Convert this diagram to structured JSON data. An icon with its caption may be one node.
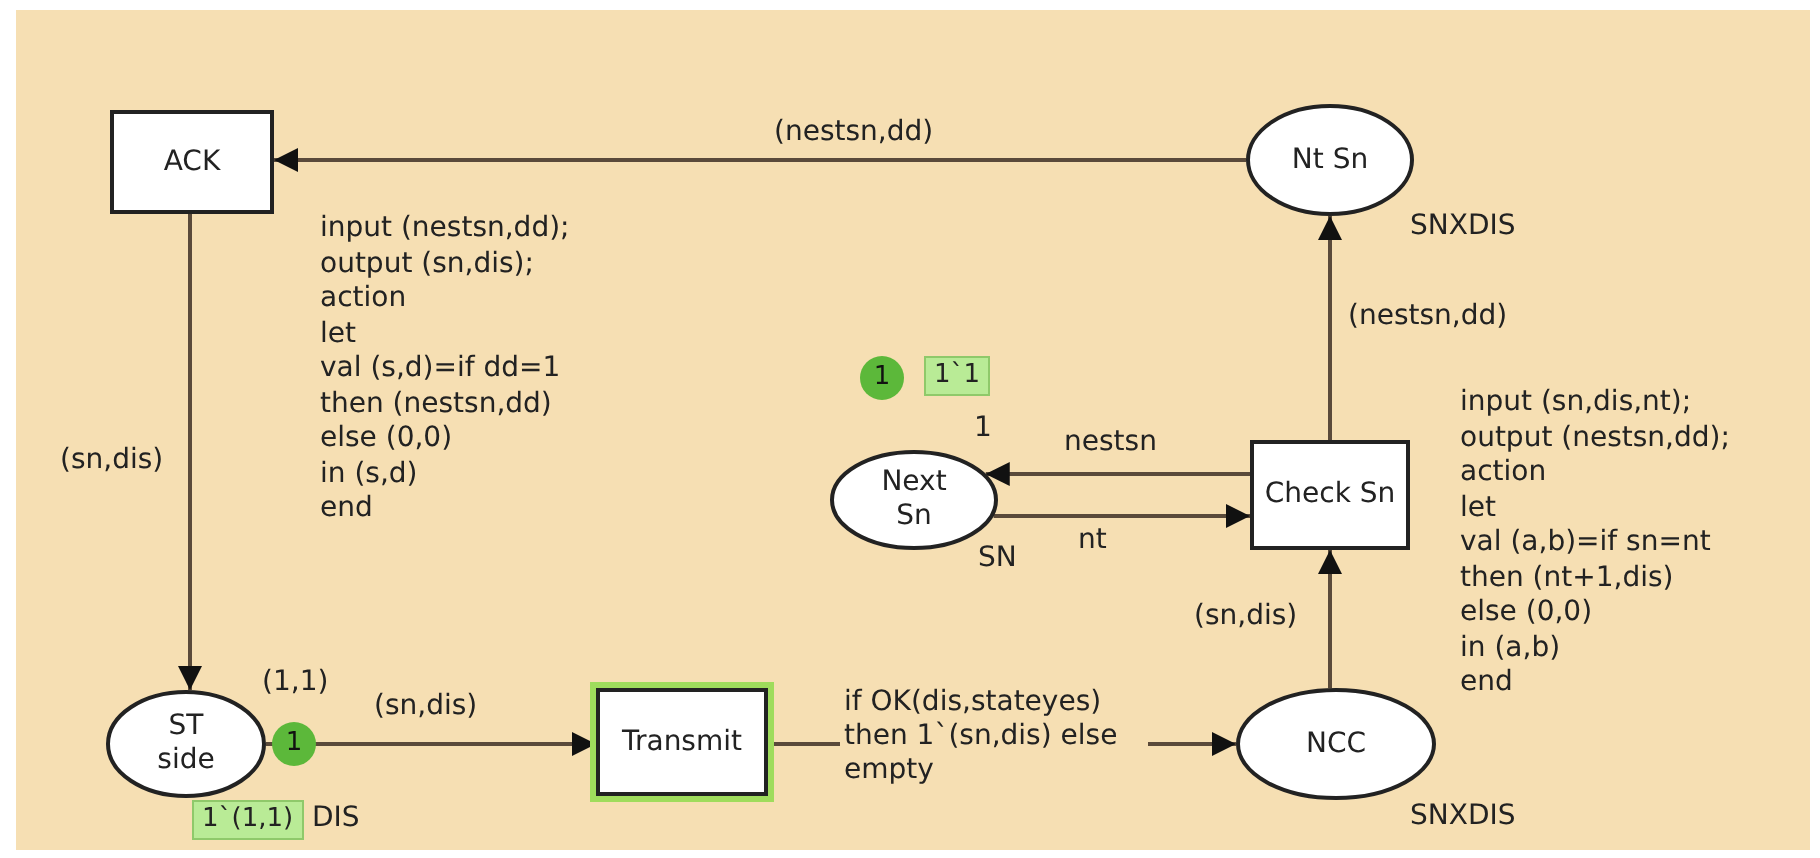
{
  "diagram": {
    "nodes": [
      {
        "text": [
          "ACK"
        ],
        "beside": [
          "input (nestsn,dd);",
          "output (sn,dis);",
          "action",
          "let",
          "val (s,d)=if dd=1",
          "then (nestsn,dd)",
          "else (0,0)",
          "in (s,d)",
          "end"
        ]
      },
      {
        "text": [
          "Nt Sn"
        ],
        "beside": [
          "SNXDIS"
        ]
      },
      {
        "text": [
          "Next Sn"
        ],
        "beside": [
          "1",
          "1`1",
          "1",
          "SN"
        ]
      },
      {
        "text": [
          "Check Sn"
        ],
        "beside": [
          "input (sn,dis,nt);",
          "output (nestsn,dd);",
          "action",
          "let",
          "val (a,b)=if sn=nt",
          "then (nt+1,dis)",
          "else (0,0)",
          "in (a,b)",
          "end"
        ]
      },
      {
        "text": [
          "ST side"
        ],
        "beside": [
          "(1,1)",
          "1",
          "DIS",
          "1`(1,1)"
        ]
      },
      {
        "text": [
          "Transmit"
        ]
      },
      {
        "text": [
          "NCC"
        ],
        "beside": [
          "SNXDIS"
        ]
      }
    ],
    "edges": [
      {
        "from": 1,
        "to": 0,
        "arrow": "to",
        "label": "(nestsn,dd)"
      },
      {
        "from": 0,
        "to": 4,
        "arrow": "to",
        "label": "(sn,dis)"
      },
      {
        "from": 4,
        "to": 5,
        "arrow": "to",
        "label": "(sn,dis)"
      },
      {
        "from": 5,
        "to": 6,
        "arrow": "to",
        "label": "if OK(dis,stateyes) then 1`(sn,dis) else empty"
      },
      {
        "from": 6,
        "to": 3,
        "arrow": "to",
        "label": "(sn,dis)"
      },
      {
        "from": 3,
        "to": 1,
        "arrow": "to",
        "label": "(nestsn,dd)"
      },
      {
        "from": 3,
        "to": 2,
        "arrow": "to",
        "label": "nestsn"
      },
      {
        "from": 2,
        "to": 3,
        "arrow": "to",
        "label": "nt"
      }
    ]
  }
}
